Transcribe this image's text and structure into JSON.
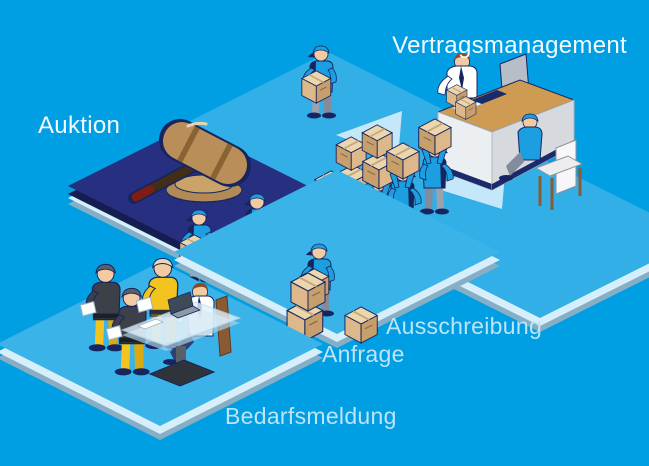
{
  "stages": [
    {
      "label": "Bedarfsmeldung"
    },
    {
      "label": "Anfrage"
    },
    {
      "label": "Ausschreibung"
    },
    {
      "label": "Auktion"
    },
    {
      "label": "Vertragsmanagement"
    }
  ],
  "colors": {
    "background": "#009ee3",
    "platform_glass_top": "#31afe6",
    "platform_glass_edge": "#d7eefb",
    "platform_glass_side": "#86aec5",
    "platform_auction_top": "#272f80",
    "platform_auction_side": "#161d52",
    "arrow": "#cdeafb",
    "cardboard_box": "#dcb88b",
    "worker_uniform_blue": "#1b9fe0",
    "worker_suit_yellow": "#f3c31f",
    "wood": "#cf9b52",
    "label_bright": "#f2fafe",
    "label_soft": "#bfe3f7"
  },
  "icons": {
    "gavel": "auction gavel",
    "cardboard_box": "shipping box",
    "arrow_left": "process flow arrow",
    "monitor": "desktop computer",
    "laptop": "laptop"
  }
}
